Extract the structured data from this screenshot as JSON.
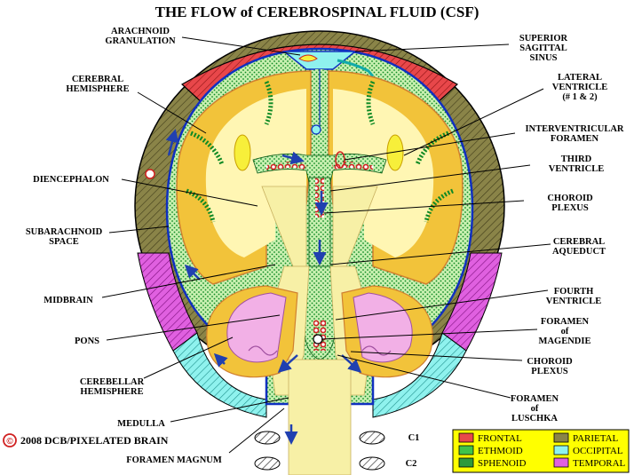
{
  "title": "THE FLOW of CEREBROSPINAL FLUID (CSF)",
  "copyright": "2008  DCB/PIXELATED BRAIN",
  "copyright_symbol": "©",
  "colors": {
    "frontal": "#e8474a",
    "ethmoid": "#3fc44b",
    "sphenoid": "#2f9a3c",
    "parietal": "#8a8448",
    "occipital": "#8ff2ee",
    "temporal": "#e060e0",
    "cortex": "#f2c33a",
    "white_matter": "#fff6b3",
    "brainstem": "#f7f0a6",
    "csf_space": "#c8f0b0",
    "csf_dots": "#0f8a25",
    "lateral_ventricle": "#f7ef3a",
    "cerebellar_cortex": "#f2b0e6",
    "meninges_blue": "#1030c0",
    "arrow_blue": "#2040b0",
    "choroid_red": "#d02020"
  },
  "labels": {
    "arachnoid_granulation": [
      "ARACHNOID",
      "GRANULATION"
    ],
    "superior_sagittal_sinus": [
      "SUPERIOR",
      "SAGITTAL",
      "SINUS"
    ],
    "cerebral_hemisphere": [
      "CEREBRAL",
      "HEMISPHERE"
    ],
    "lateral_ventricle": [
      "LATERAL",
      "VENTRICLE",
      "(# 1 & 2)"
    ],
    "interventricular_foramen": [
      "INTERVENTRICULAR",
      "FORAMEN"
    ],
    "third_ventricle": [
      "THIRD",
      "VENTRICLE"
    ],
    "diencephalon": [
      "DIENCEPHALON"
    ],
    "choroid_plexus_upper": [
      "CHOROID",
      "PLEXUS"
    ],
    "subarachnoid_space": [
      "SUBARACHNOID",
      "SPACE"
    ],
    "cerebral_aqueduct": [
      "CEREBRAL",
      "AQUEDUCT"
    ],
    "midbrain": [
      "MIDBRAIN"
    ],
    "fourth_ventricle": [
      "FOURTH",
      "VENTRICLE"
    ],
    "pons": [
      "PONS"
    ],
    "foramen_magendie": [
      "FORAMEN",
      "of",
      "MAGENDIE"
    ],
    "choroid_plexus_lower": [
      "CHOROID",
      "PLEXUS"
    ],
    "cerebellar_hemisphere": [
      "CEREBELLAR",
      "HEMISPHERE"
    ],
    "foramen_luschka": [
      "FORAMEN",
      "of",
      "LUSCHKA"
    ],
    "medulla": [
      "MEDULLA"
    ],
    "foramen_magnum": [
      "FORAMEN MAGNUM"
    ],
    "c1": [
      "C1"
    ],
    "c2": [
      "C2"
    ]
  },
  "legend": [
    {
      "label": "FRONTAL",
      "color": "#e8474a"
    },
    {
      "label": "PARIETAL",
      "color": "#8a8448"
    },
    {
      "label": "ETHMOID",
      "color": "#3fc44b"
    },
    {
      "label": "OCCIPITAL",
      "color": "#8ff2ee"
    },
    {
      "label": "SPHENOID",
      "color": "#2f9a3c"
    },
    {
      "label": "TEMPORAL",
      "color": "#e060e0"
    }
  ]
}
